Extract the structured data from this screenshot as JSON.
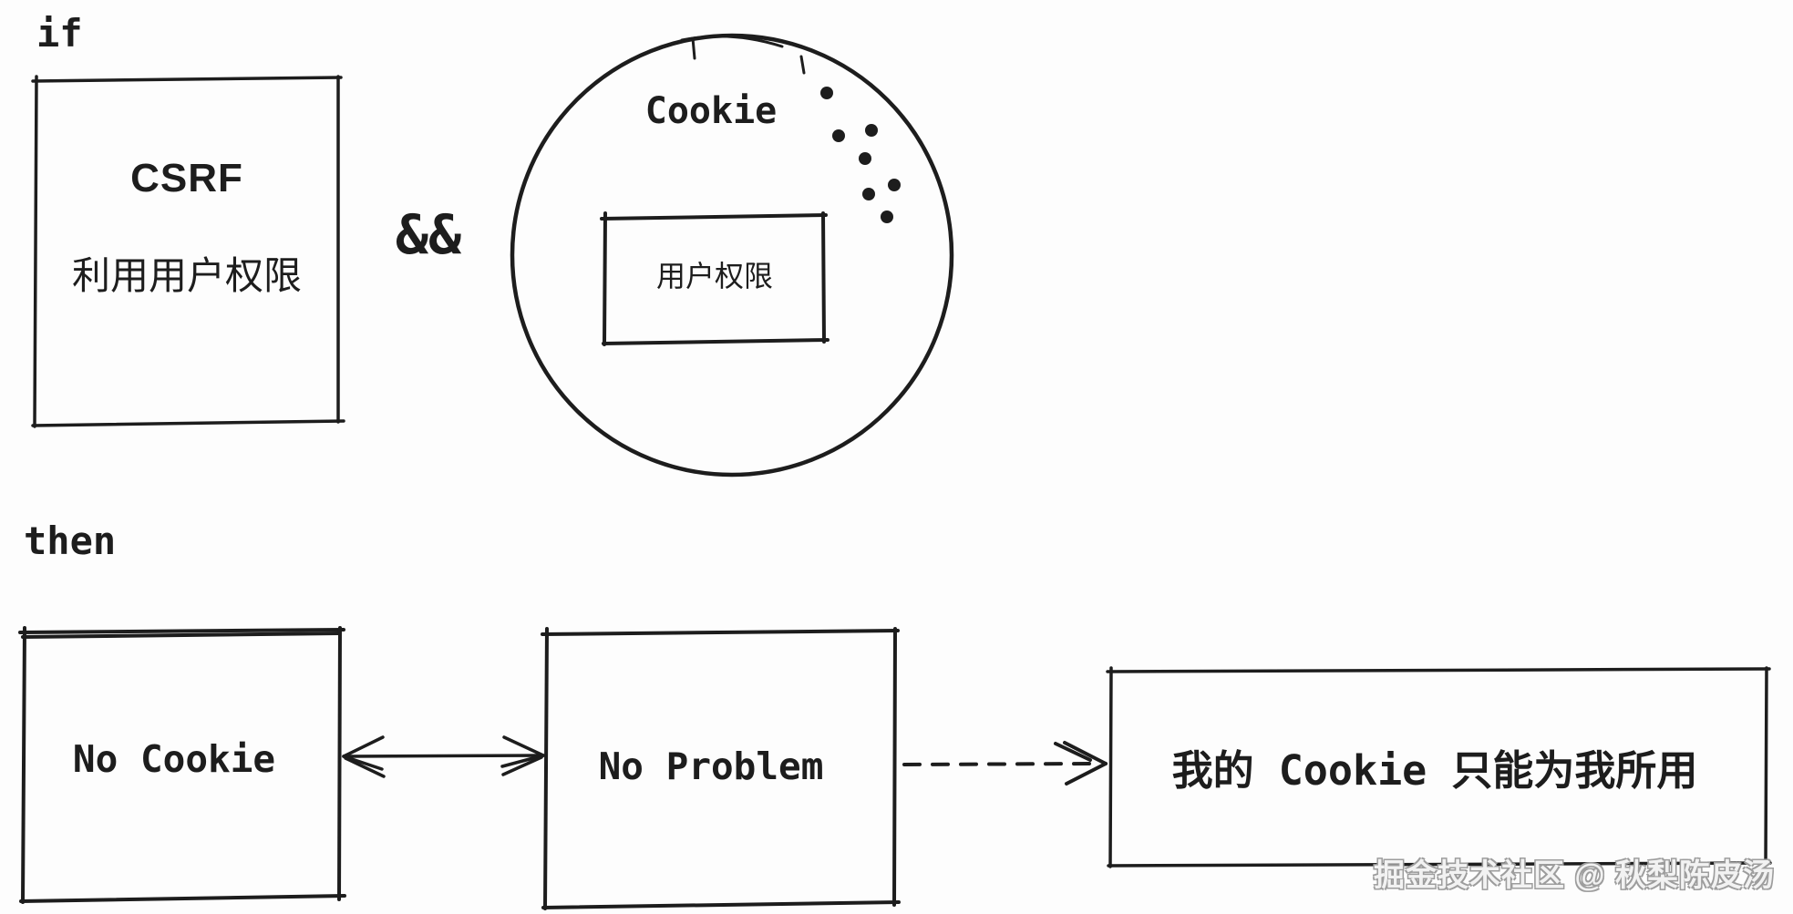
{
  "page": {
    "background": "#fdfdfd",
    "ink": "#1d1d1d"
  },
  "if_section": {
    "keyword": "if",
    "csrf_box": {
      "line1": "CSRF",
      "line2": "利用用户权限"
    },
    "operator": "&&",
    "cookie_circle": {
      "label": "Cookie",
      "inner_box_label": "用户权限",
      "crumb_dot_count": 7
    }
  },
  "then_section": {
    "keyword": "then",
    "boxes": [
      {
        "id": "no-cookie",
        "label": "No Cookie"
      },
      {
        "id": "no-problem",
        "label": "No Problem"
      },
      {
        "id": "conclusion",
        "label": "我的 Cookie 只能为我所用"
      }
    ],
    "connectors": [
      {
        "type": "double-headed-arrow",
        "from": "no-cookie",
        "to": "no-problem",
        "style": "solid"
      },
      {
        "type": "arrow",
        "from": "no-problem",
        "to": "conclusion",
        "style": "dashed"
      }
    ]
  },
  "watermark": {
    "text": "掘金技术社区 @ 秋梨陈皮汤"
  }
}
